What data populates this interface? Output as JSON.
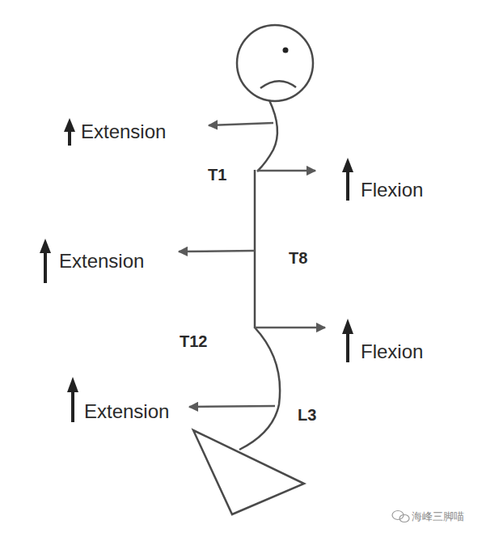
{
  "diagram": {
    "labels": [
      "Extension",
      "T1",
      "Flexion",
      "Extension",
      "T8",
      "T12",
      "Flexion",
      "Extension",
      "L3",
      "海峰三脚喵"
    ]
  }
}
